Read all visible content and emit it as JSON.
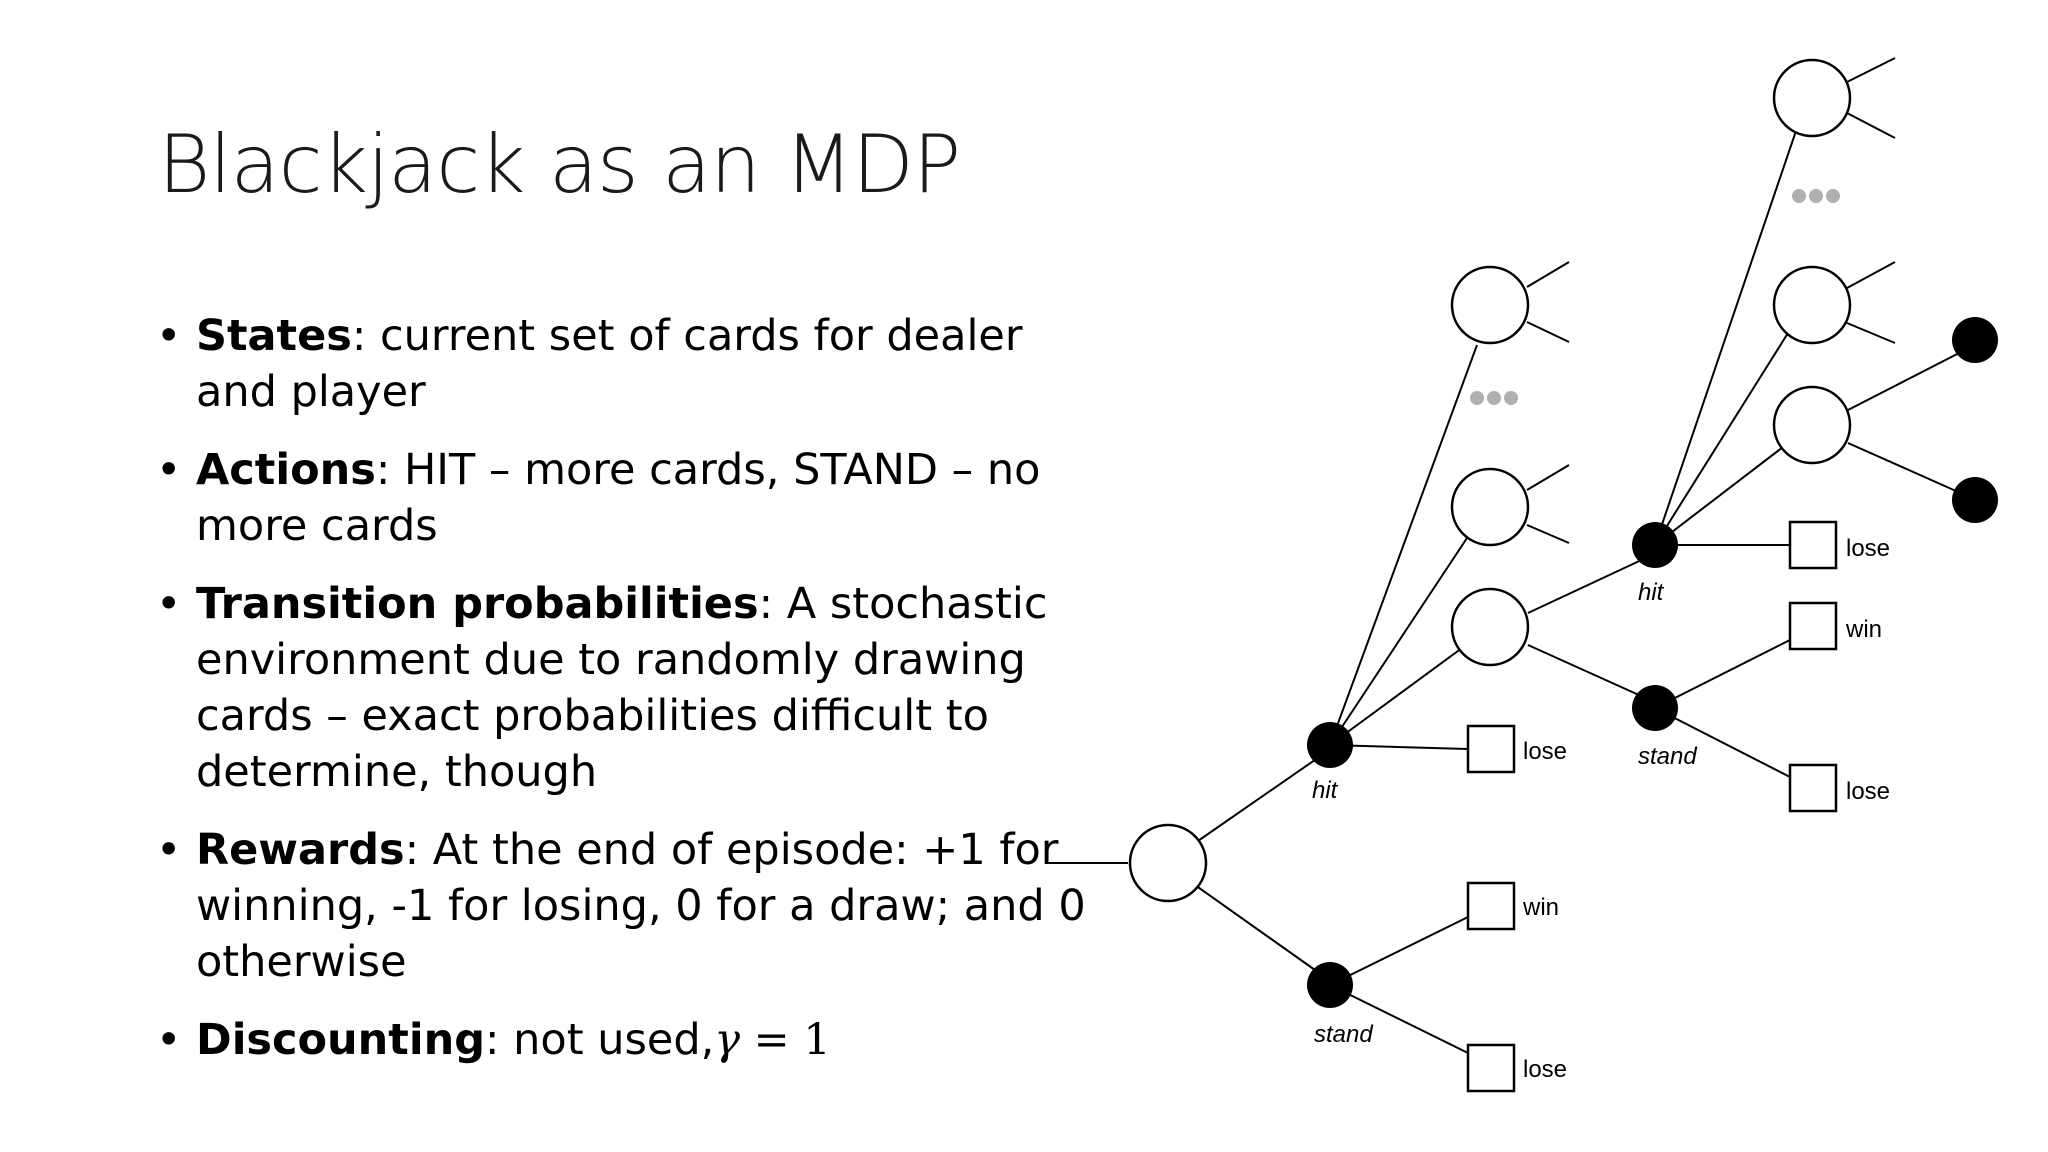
{
  "slide": {
    "title": "Blackjack as an MDP",
    "bullets": [
      {
        "term": "States",
        "text": ": current set of cards for dealer and player"
      },
      {
        "term": "Actions",
        "text": ": HIT – more cards, STAND – no more cards"
      },
      {
        "term": "Transition probabilities",
        "text": ": A stochastic environment due to randomly drawing cards – exact probabilities difficult to determine, though"
      },
      {
        "term": "Rewards",
        "text": ": At the end of episode: +1 for winning, -1 for losing, 0 for a draw; and 0 otherwise"
      },
      {
        "term": "Discounting",
        "text": ": not used,",
        "math_var": "γ",
        "math_rest": " = 1"
      }
    ],
    "bullet_symbol": "•"
  },
  "diagram": {
    "labels": {
      "hit_lower": "hit",
      "stand_lower": "stand",
      "hit_upper": "hit",
      "stand_upper": "stand",
      "lose_1": "lose",
      "win_1": "win",
      "lose_2": "lose",
      "lose_3": "lose",
      "win_2": "win",
      "lose_4": "lose"
    },
    "colors": {
      "stroke": "#000000",
      "ellipsis": "#b0b0b0"
    }
  }
}
